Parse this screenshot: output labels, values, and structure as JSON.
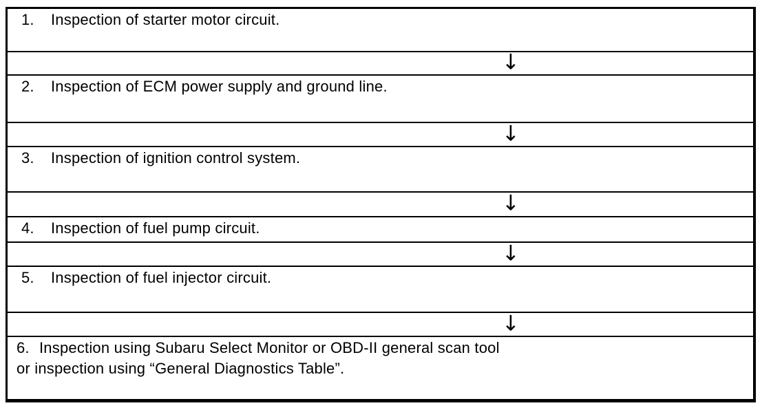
{
  "flowchart": {
    "steps": [
      {
        "number": "1.",
        "lines": [
          "Inspection of starter motor circuit."
        ]
      },
      {
        "number": "2.",
        "lines": [
          "Inspection of ECM power supply and ground line."
        ]
      },
      {
        "number": "3.",
        "lines": [
          "Inspection of ignition control system."
        ]
      },
      {
        "number": "4.",
        "lines": [
          "Inspection of fuel pump circuit."
        ]
      },
      {
        "number": "5.",
        "lines": [
          "Inspection of fuel injector circuit."
        ]
      },
      {
        "number": "6.",
        "lines": [
          "Inspection using Subaru Select Monitor or OBD-II general scan tool",
          "or inspection using “General Diagnostics Table”."
        ]
      }
    ],
    "arrow_icon": "↓",
    "colors": {
      "line": "#000000",
      "text": "#000000",
      "background": "#ffffff"
    }
  }
}
